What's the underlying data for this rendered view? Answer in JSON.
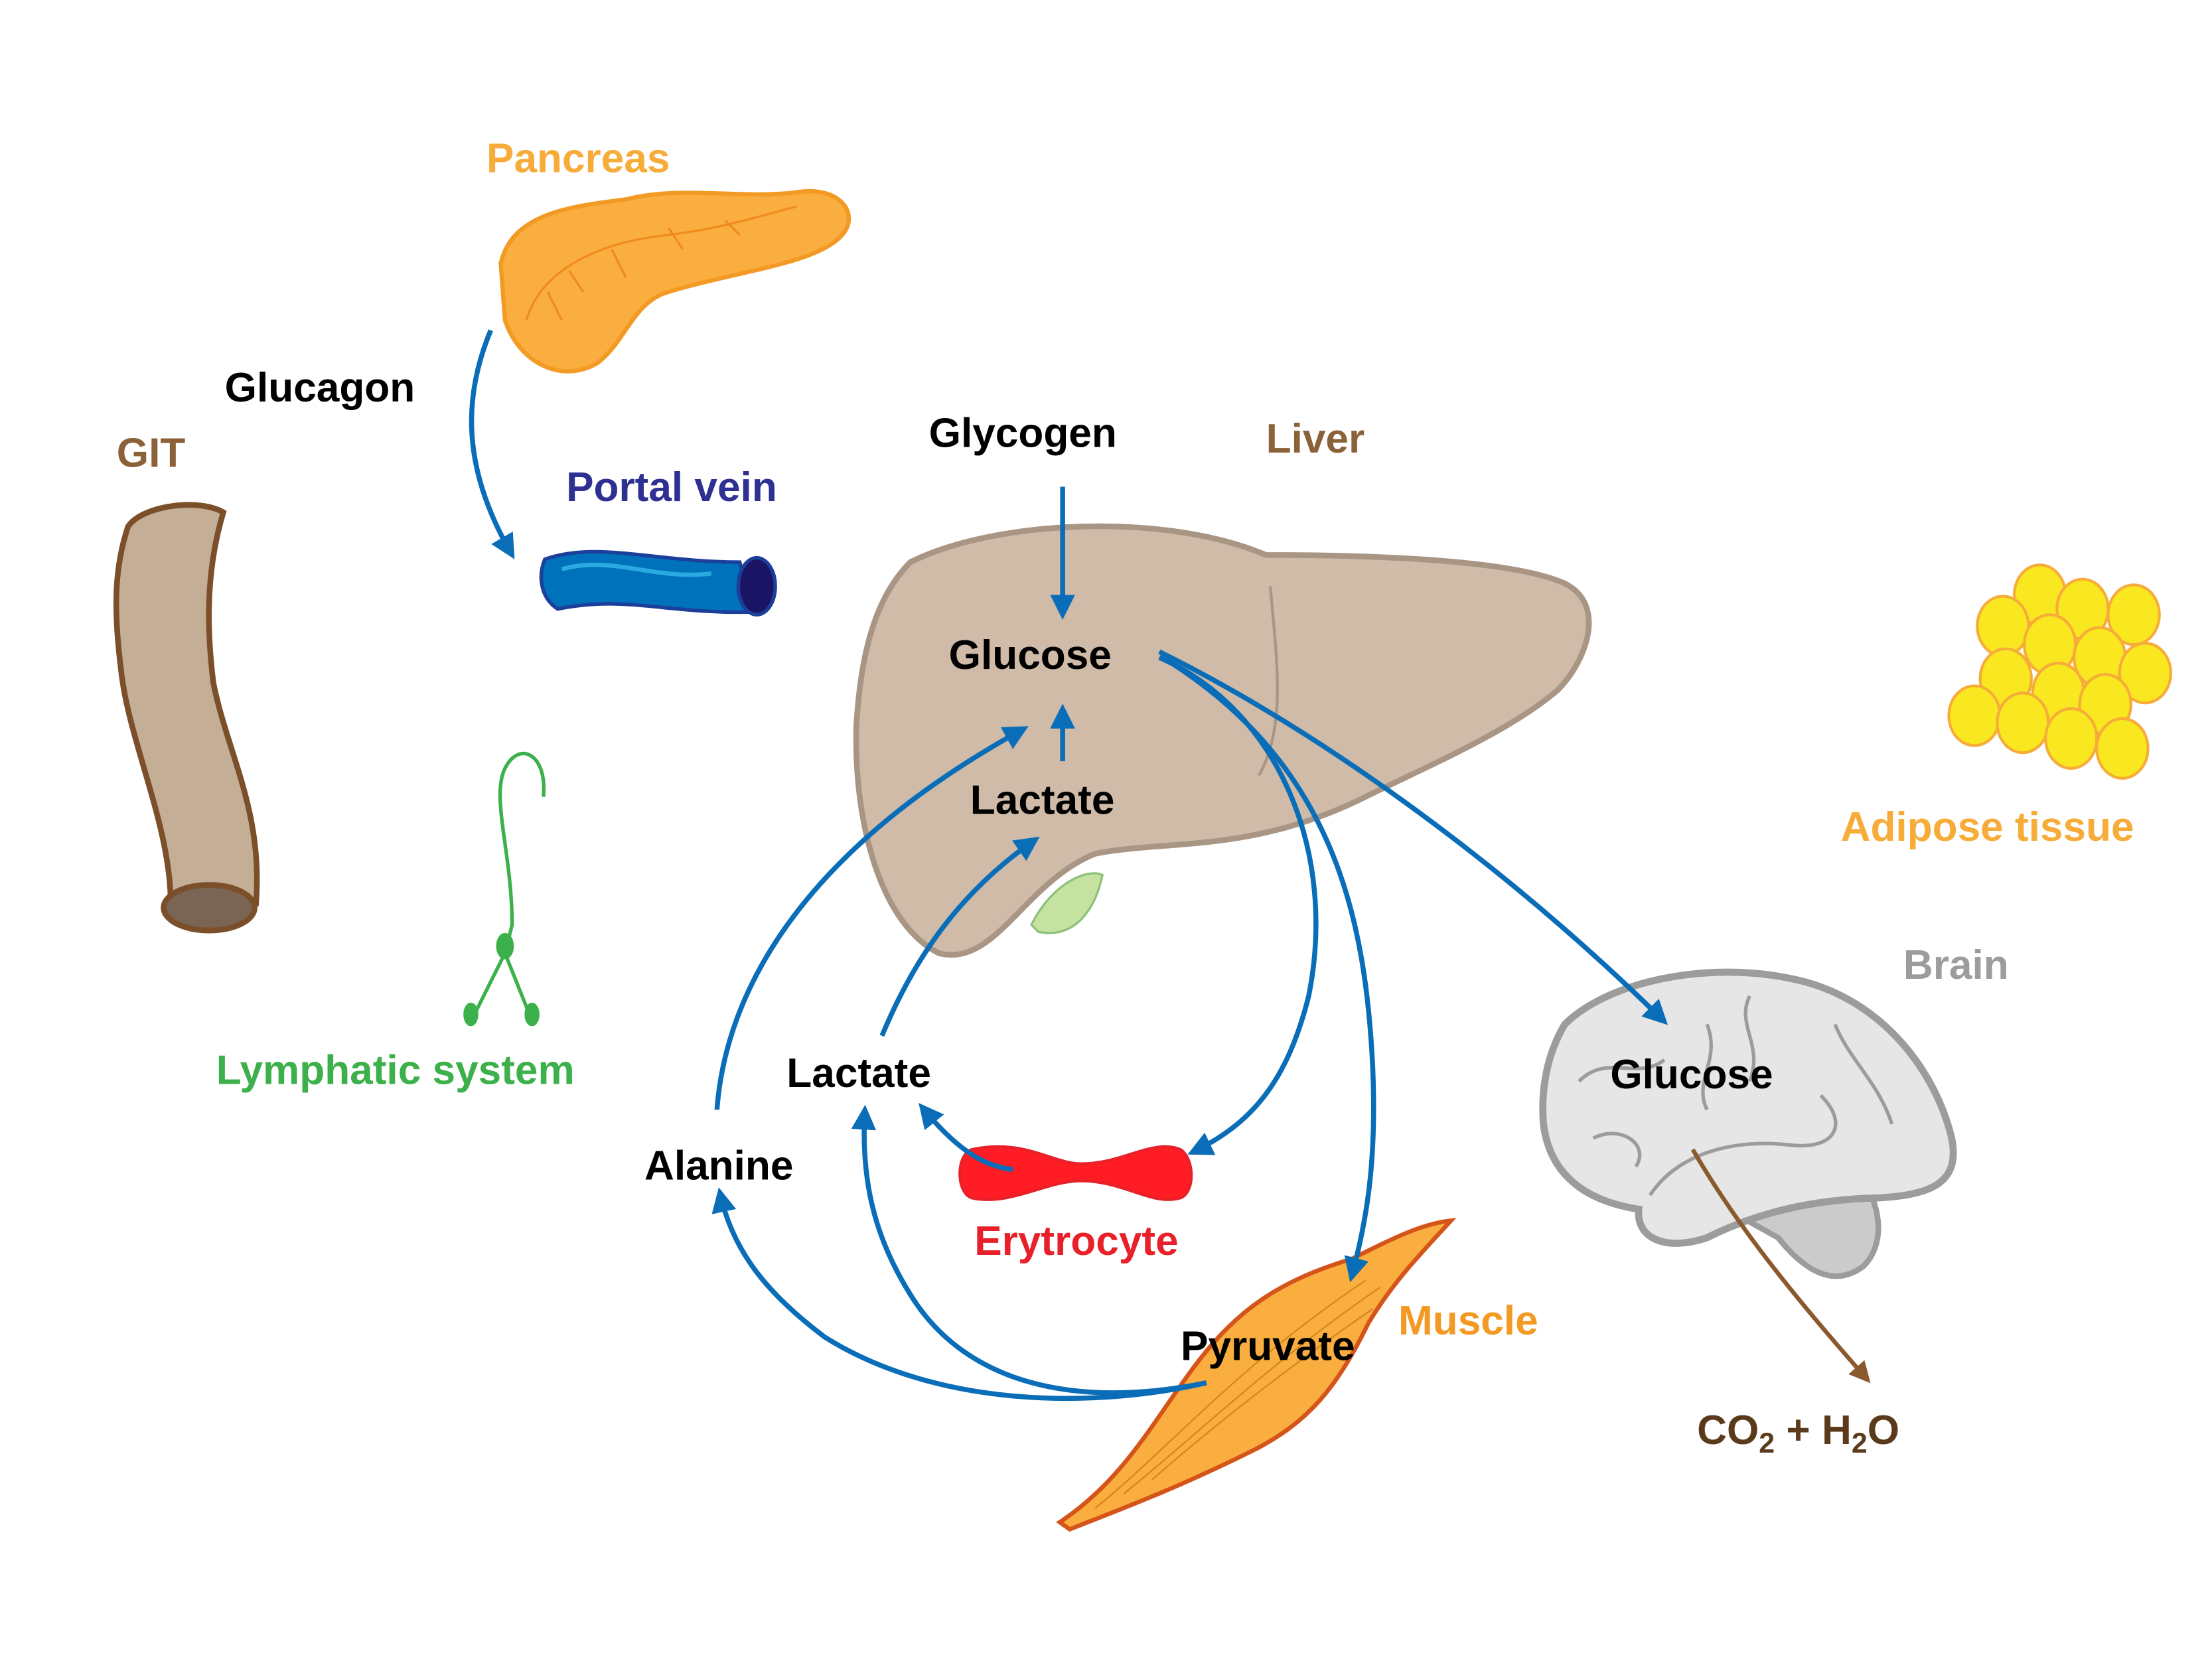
{
  "title": "Glucose metabolism between organs",
  "colors": {
    "arrow": "#0a6db8",
    "pancreas": "#f7ac3a",
    "git": "#8a6138",
    "portal_vein": "#2e3192",
    "liver": "#8a6138",
    "lymphatic": "#3cb04a",
    "erythrocyte": "#e8202a",
    "muscle": "#f39a24",
    "brain": "#9c9c9c",
    "adipose": "#f7ac3a",
    "co2": "#5a3a1a",
    "metabolite": "#000000"
  },
  "organs": {
    "pancreas": "Pancreas",
    "git": "GIT",
    "portal_vein": "Portal vein",
    "liver": "Liver",
    "lymphatic": "Lymphatic system",
    "adipose": "Adipose tissue",
    "brain": "Brain",
    "erythrocyte": "Erytrocyte",
    "muscle": "Muscle"
  },
  "metabolites": {
    "glucagon": "Glucagon",
    "glycogen": "Glycogen",
    "liver_glucose": "Glucose",
    "liver_lactate": "Lactate",
    "blood_lactate": "Lactate",
    "alanine": "Alanine",
    "pyruvate": "Pyruvate",
    "brain_glucose": "Glucose"
  },
  "products": {
    "co2": "CO",
    "co2_sub": "2",
    "plus": " + H",
    "h2o_sub": "2",
    "h2o_end": "O"
  },
  "flows": [
    {
      "from": "Pancreas",
      "to": "Portal vein",
      "label": "Glucagon"
    },
    {
      "from": "Glycogen",
      "to": "Glucose"
    },
    {
      "from": "Lactate",
      "to": "Glucose"
    },
    {
      "from": "Glucose",
      "to": "Brain"
    },
    {
      "from": "Glucose",
      "to": "Erytrocyte"
    },
    {
      "from": "Glucose",
      "to": "Muscle"
    },
    {
      "from": "Erytrocyte",
      "to": "Lactate"
    },
    {
      "from": "Lactate",
      "to": "Lactate (liver)"
    },
    {
      "from": "Pyruvate",
      "to": "Lactate"
    },
    {
      "from": "Pyruvate",
      "to": "Alanine"
    },
    {
      "from": "Alanine",
      "to": "Glucose (liver)"
    },
    {
      "from": "Brain Glucose",
      "to": "CO2 + H2O"
    }
  ]
}
